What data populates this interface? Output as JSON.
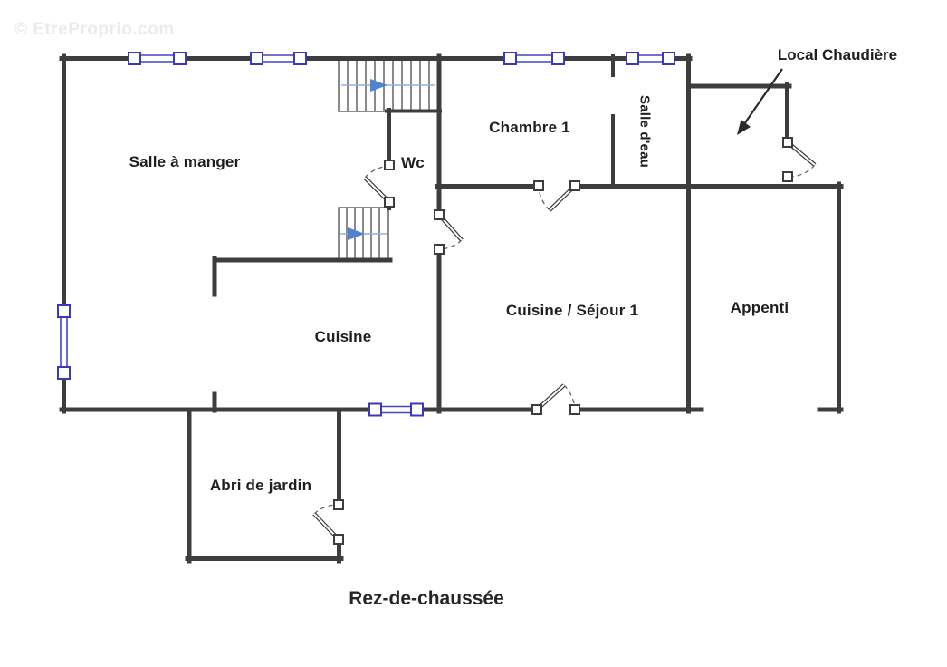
{
  "watermark": "© EtreProprio.com",
  "caption": "Rez-de-chaussée",
  "annotation": {
    "local_chaudiere": "Local Chaudière"
  },
  "rooms": {
    "salle_a_manger": "Salle à manger",
    "wc": "Wc",
    "chambre_1": "Chambre 1",
    "salle_deau": "Salle d'eau",
    "cuisine": "Cuisine",
    "cuisine_sejour": "Cuisine / Séjour 1",
    "appenti": "Appenti",
    "abri_de_jardin": "Abri de jardin"
  },
  "colors": {
    "background": "#ffffff",
    "wall": "#3d3d3d",
    "window_frame": "#3a3ab8",
    "window_glass_line": "#4545c4",
    "stair_tread": "#4a4a4a",
    "stair_arrow_line": "#8fb3dc",
    "stair_arrow_head": "#4e83cf",
    "door_arc": "#666666",
    "text": "#1f1f1f",
    "watermark_text": "#eceaea"
  }
}
